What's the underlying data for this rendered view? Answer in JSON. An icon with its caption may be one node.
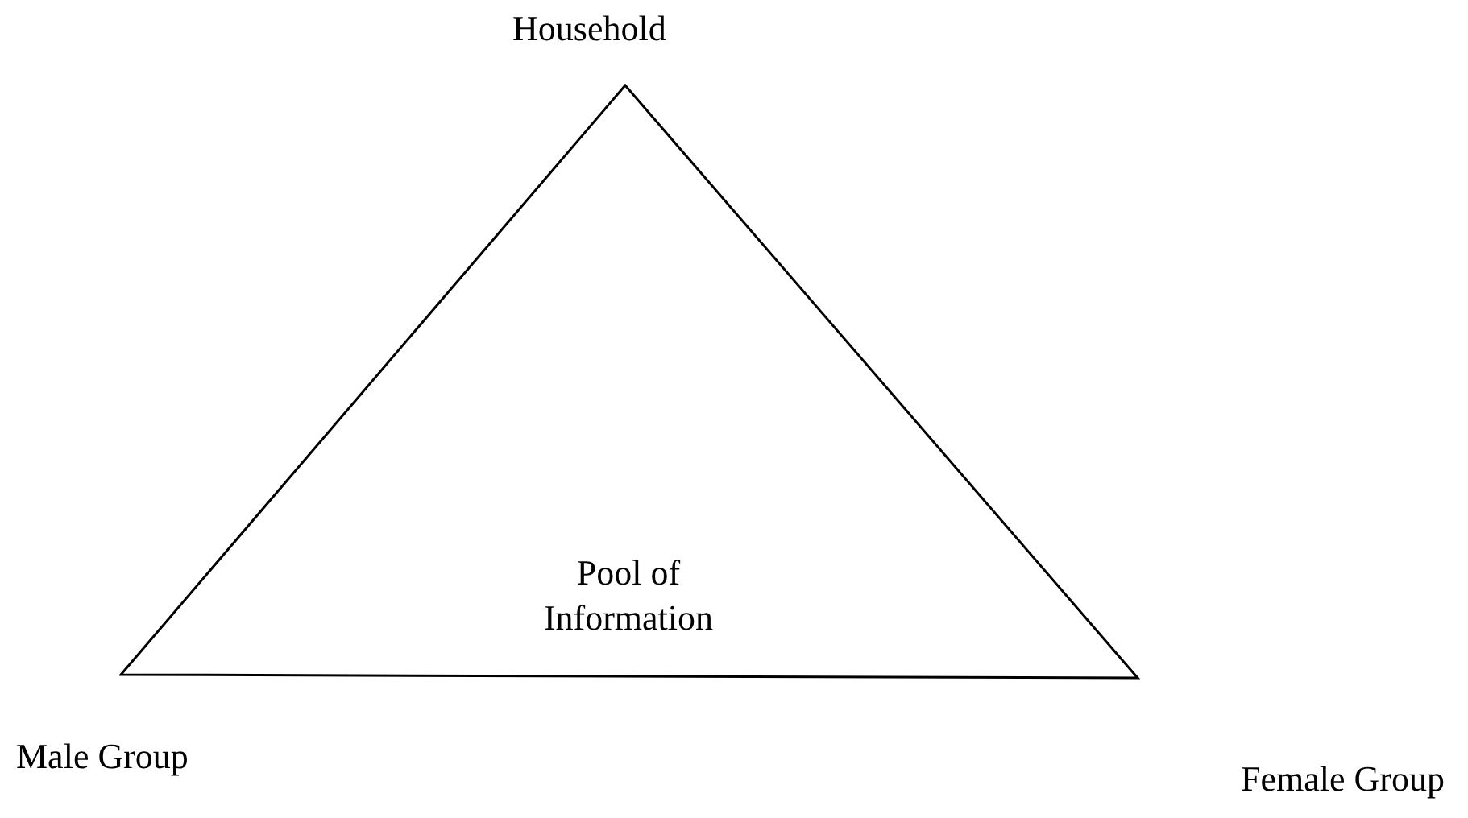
{
  "diagram": {
    "nodes": [
      {
        "text": [
          "Pool of Information"
        ]
      }
    ],
    "labels": [
      "Household",
      "Male Group",
      "Female Group"
    ]
  }
}
